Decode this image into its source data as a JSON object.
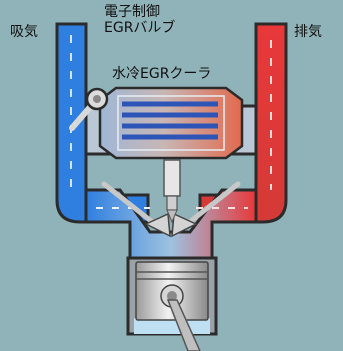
{
  "labels": {
    "intake": "吸気",
    "exhaust": "排気",
    "egr_valve_line1": "電子制御",
    "egr_valve_line2": "EGRバルブ",
    "cooler": "水冷EGRクーラ"
  },
  "colors": {
    "background": "#8fb3b8",
    "intake_blue": "#2f7fe0",
    "exhaust_red": "#e8383a",
    "cooler_tubes": "#2d55b8",
    "pipe_wall": "#2b2b2b",
    "coolant": "#bfe0f2"
  }
}
